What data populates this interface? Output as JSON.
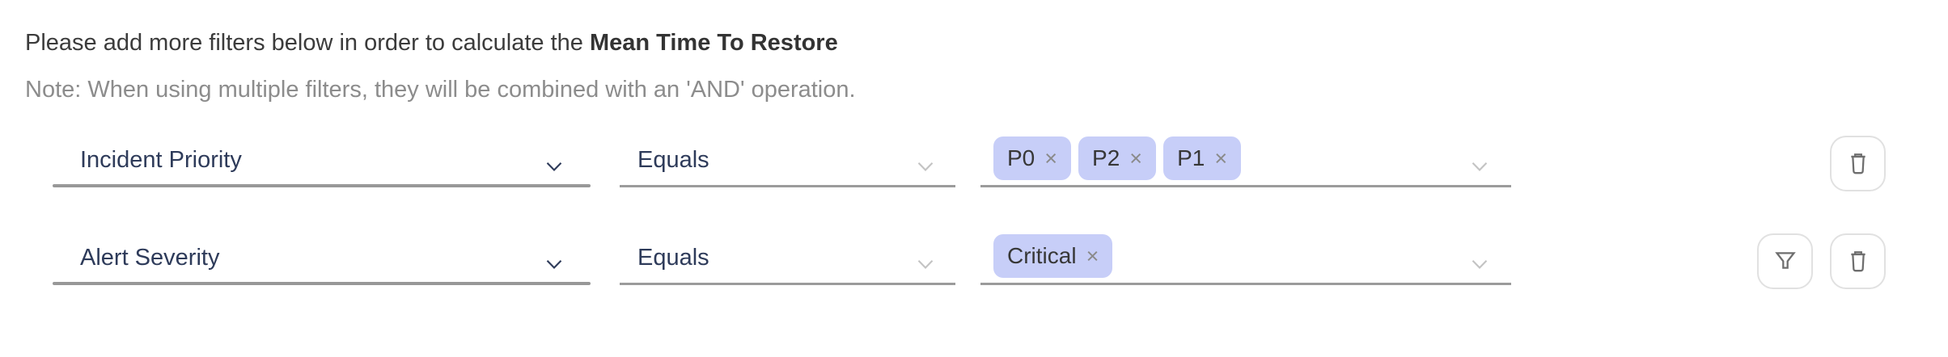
{
  "header": {
    "intro_text": "Please add more filters below in order to calculate the",
    "intro_bold": "Mean Time To Restore",
    "note": "Note: When using multiple filters, they will be combined with an 'AND' operation."
  },
  "rows": [
    {
      "field": "Incident Priority",
      "operator": "Equals",
      "values": [
        "P0",
        "P2",
        "P1"
      ],
      "actions": [
        "delete"
      ]
    },
    {
      "field": "Alert Severity",
      "operator": "Equals",
      "values": [
        "Critical"
      ],
      "actions": [
        "filter",
        "delete"
      ]
    }
  ],
  "icons": {
    "remove_tag": "×",
    "chevron_down": "∨",
    "trash": "trash-can-outline",
    "funnel": "filter-funnel-outline"
  },
  "colors": {
    "tag_background": "#c7cef8",
    "field_text": "#2e3b5a",
    "note_text": "#8c8c8c",
    "underline": "#9b9b9b",
    "icon": "#6e6e6e",
    "button_border": "#e1e1e1"
  }
}
